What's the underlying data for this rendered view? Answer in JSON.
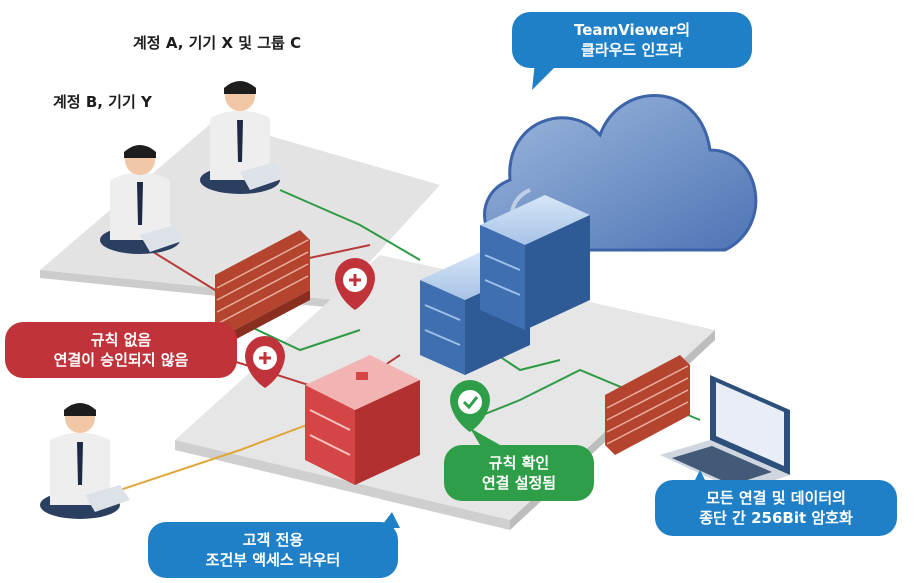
{
  "labels": {
    "account_a": "계정 A, 기기 X 및 그룹 C",
    "account_b": "계정 B, 기기 Y"
  },
  "callouts": {
    "cloud": {
      "line1": "TeamViewer의",
      "line2": "클라우드 인프라"
    },
    "no_rule": {
      "line1": "규칙 없음",
      "line2": "연결이 승인되지 않음"
    },
    "rule_ok": {
      "line1": "규칙 확인",
      "line2": "연결 설정됨"
    },
    "encryption": {
      "line1": "모든 연결 및 데이터의",
      "line2": "종단 간 256Bit 암호화"
    },
    "router": {
      "line1": "고객 전용",
      "line2": "조건부 액세스 라우터"
    }
  },
  "colors": {
    "blue": "#1f7fc7",
    "red": "#c0333a",
    "green": "#2e9e48",
    "line_red": "#b83a3a",
    "line_green": "#2f9a46",
    "line_yellow": "#e0a73a"
  }
}
